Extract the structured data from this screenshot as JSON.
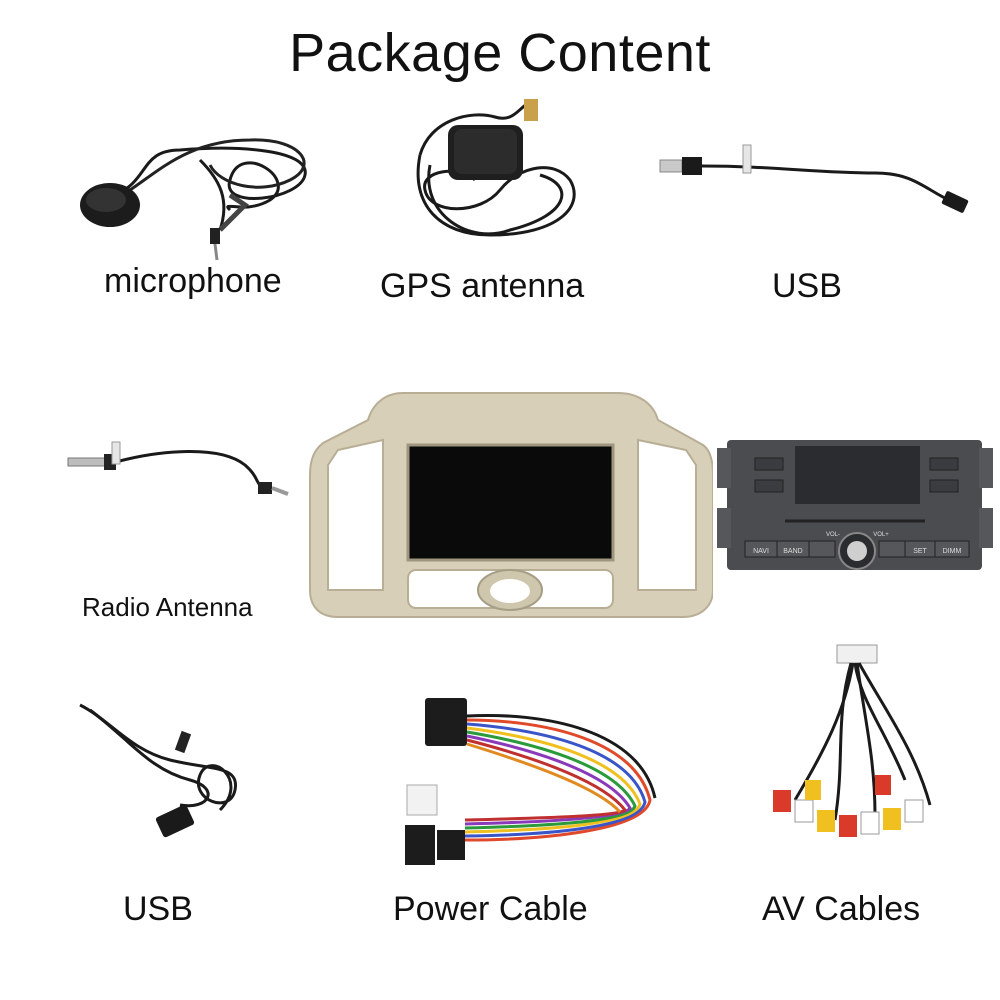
{
  "title": "Package Content",
  "items": [
    {
      "label": "microphone",
      "icon": "microphone-icon"
    },
    {
      "label": "GPS antenna",
      "icon": "gps-antenna-icon"
    },
    {
      "label": "USB",
      "icon": "usb-cable-icon"
    },
    {
      "label": "Radio Antenna",
      "icon": "radio-antenna-icon"
    },
    {
      "label": "USB",
      "icon": "usb-extension-cable-icon"
    },
    {
      "label": "Power Cable",
      "icon": "power-cable-harness-icon"
    },
    {
      "label": "AV Cables",
      "icon": "av-cables-icon"
    }
  ],
  "head_unit": {
    "icon": "head-unit-frame-icon",
    "buttons": [
      "NAVI",
      "BAND",
      "SET",
      "DIMM"
    ],
    "knob_labels": [
      "VOL-",
      "VOL+"
    ]
  },
  "colors": {
    "frame_champagne": "#d8cfb8",
    "screen": "#0a0a0a",
    "stereo_panel": "#4a4c50",
    "cable_black": "#1a1a1a"
  }
}
